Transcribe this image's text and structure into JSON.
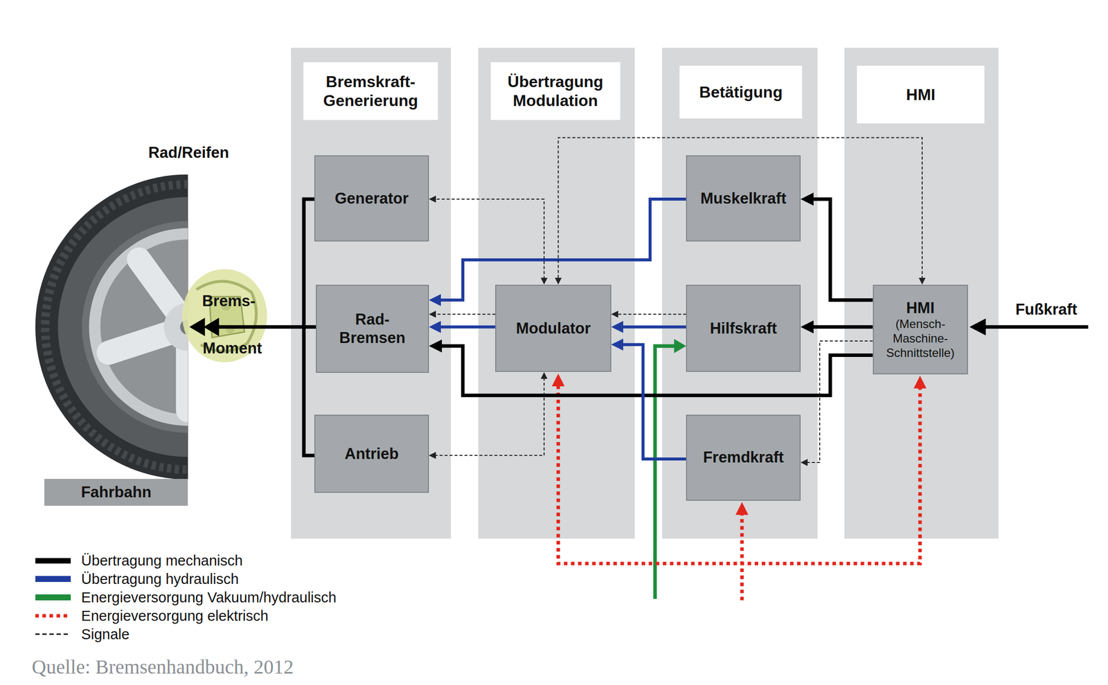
{
  "diagram": {
    "caption": "Quelle: Bremsenhandbuch, 2012",
    "nodes": [
      {
        "text": [
          "Bremskraft- Generierung"
        ]
      },
      {
        "text": [
          "Generator"
        ],
        "in": 0
      },
      {
        "text": [
          "Rad- Bremsen"
        ],
        "in": 0
      },
      {
        "text": [
          "Antrieb"
        ],
        "in": 0
      },
      {
        "text": [
          "Übertragung Modulation"
        ]
      },
      {
        "text": [
          "Modulator"
        ],
        "in": 4
      },
      {
        "text": [
          "Betätigung"
        ]
      },
      {
        "text": [
          "Muskelkraft"
        ],
        "in": 6
      },
      {
        "text": [
          "Hilfskraft"
        ],
        "in": 6
      },
      {
        "text": [
          "Fremdkraft"
        ],
        "in": 6
      },
      {
        "text": [
          "HMI"
        ]
      },
      {
        "text": [
          "HMI",
          "(Mensch- Maschine- Schnittstelle)"
        ],
        "in": 10
      },
      {
        "text": [
          "Fahrbahn"
        ]
      }
    ],
    "edges": [
      {
        "from": 11,
        "to": 7,
        "arrow": "to"
      },
      {
        "from": 11,
        "to": 8,
        "arrow": "to"
      },
      {
        "from": 11,
        "to": 2,
        "arrow": "to"
      },
      {
        "from": 7,
        "to": 2,
        "arrow": "to"
      },
      {
        "from": 5,
        "to": 2,
        "arrow": "to"
      },
      {
        "from": 8,
        "to": 5,
        "arrow": "to"
      },
      {
        "from": 9,
        "to": 5,
        "arrow": "to"
      },
      {
        "from": 5,
        "to": 1,
        "arrow": "both"
      },
      {
        "from": 5,
        "to": 3,
        "arrow": "both"
      },
      {
        "from": 11,
        "to": 5,
        "arrow": "both"
      },
      {
        "from": 8,
        "to": 5,
        "arrow": "to"
      },
      {
        "from": 5,
        "to": 2,
        "arrow": "to"
      },
      {
        "from": 11,
        "to": 9,
        "arrow": "to"
      }
    ],
    "labels": [
      "Rad/Reifen",
      "Brems-",
      "Moment",
      "Fußkraft"
    ],
    "legend": [
      {
        "text": "Übertragung mechanisch",
        "color": "#000000"
      },
      {
        "text": "Übertragung hydraulisch",
        "color": "#1f3c9e"
      },
      {
        "text": "Energieversorgung Vakuum/hydraulisch",
        "color": "#1e8c3a"
      },
      {
        "text": "Energieversorgung elektrisch"
      },
      {
        "text": "Signale"
      }
    ]
  }
}
